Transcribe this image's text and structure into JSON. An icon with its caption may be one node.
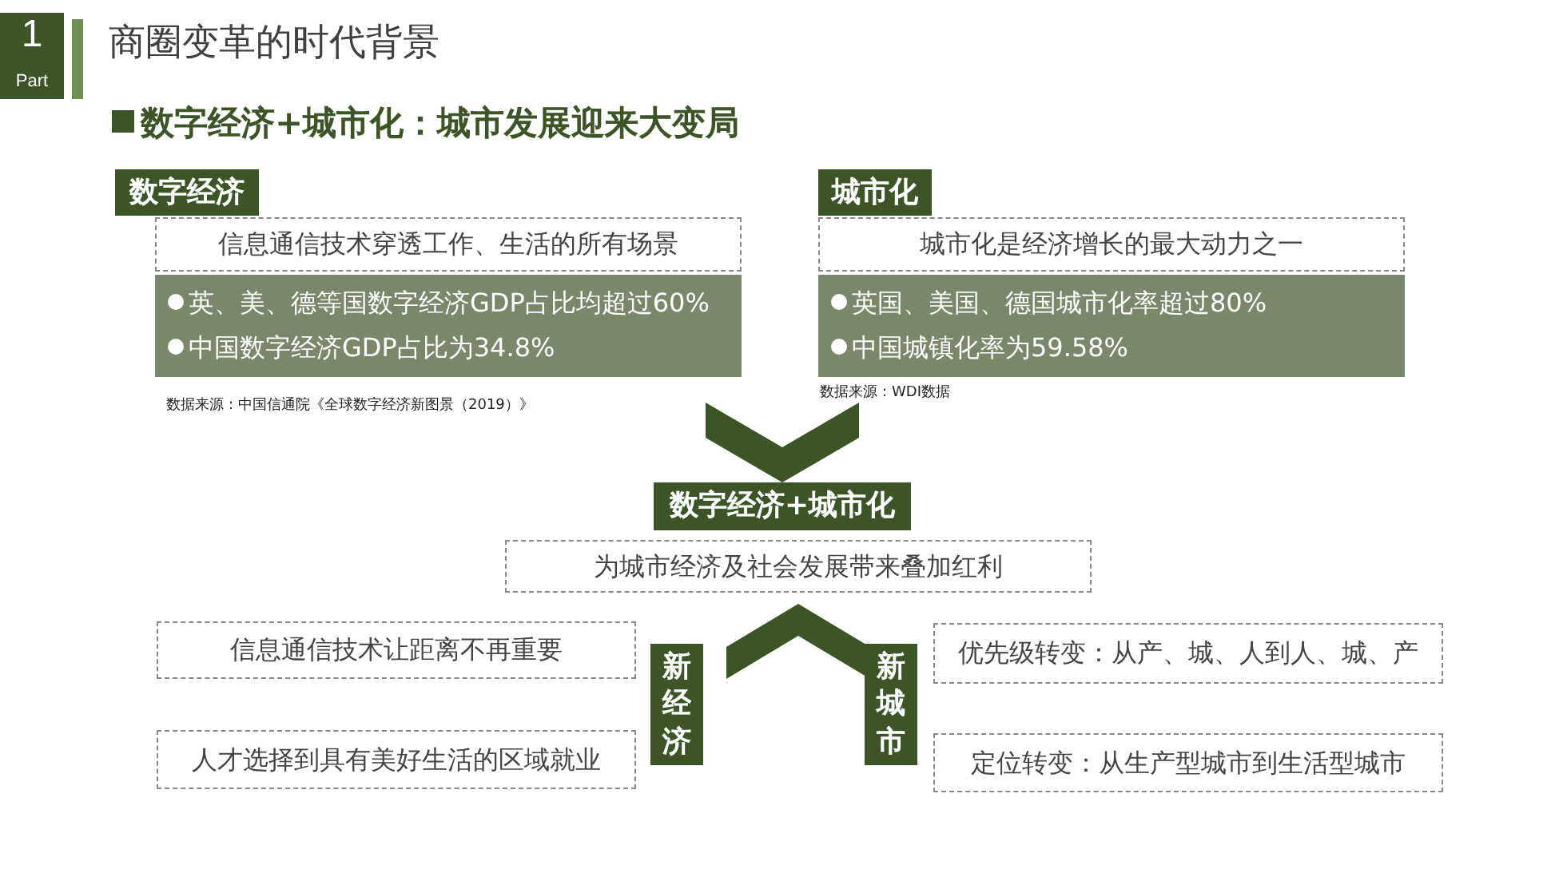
{
  "diagram": {
    "title": "商圈变革的时代背景",
    "nodes": [
      {
        "text": [
          "数字经济"
        ]
      },
      {
        "text": [
          "信息通信技术穿透工作、生活的所有场景"
        ]
      },
      {
        "text": [
          "英、美、德等国数字经济GDP占比均超过60%",
          "中国数字经济GDP占比为34.8%"
        ]
      },
      {
        "text": [
          "城市化"
        ]
      },
      {
        "text": [
          "城市化是经济增长的最大动力之一"
        ]
      },
      {
        "text": [
          "英国、美国、德国城市化率超过80%",
          "中国城镇化率为59.58%"
        ]
      },
      {
        "text": [
          "数字经济+城市化"
        ]
      },
      {
        "text": [
          "为城市经济及社会发展带来叠加红利"
        ]
      },
      {
        "text": [
          "信息通信技术让距离不再重要"
        ]
      },
      {
        "text": [
          "人才选择到具有美好生活的区域就业"
        ]
      },
      {
        "text": [
          "新经济"
        ]
      },
      {
        "text": [
          "新城市"
        ]
      },
      {
        "text": [
          "优先级转变：从产、城、人到人、城、产"
        ]
      },
      {
        "text": [
          "定位转变：从生产型城市到生活型城市"
        ]
      }
    ],
    "edges": [
      {
        "from": null,
        "to": 6,
        "arrow": "to"
      },
      {
        "from": null,
        "to": 7,
        "arrow": "to"
      }
    ],
    "labels": [
      "1",
      "Part",
      "数字经济+城市化：城市发展迎来大变局",
      "数据来源：中国信通院《全球数字经济新图景（2019）》",
      "数据来源：WDI数据"
    ]
  }
}
